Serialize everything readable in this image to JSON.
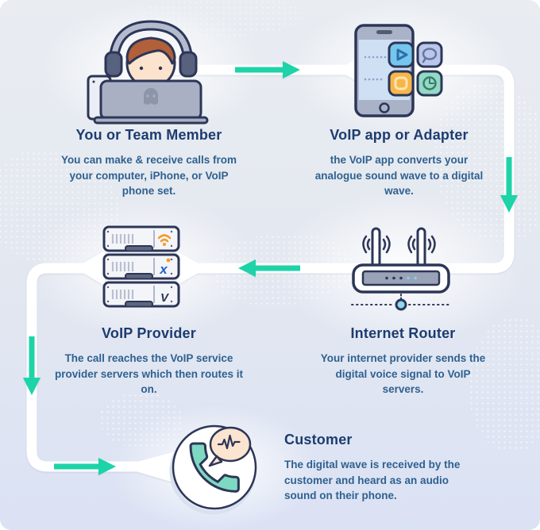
{
  "diagram": {
    "steps": [
      {
        "id": "team-member",
        "title": "You or Team Member",
        "description": "You can make & receive calls from your computer, iPhone, or VoIP phone set.",
        "icon": "person-headset-laptop-icon"
      },
      {
        "id": "voip-app",
        "title": "VoIP app or Adapter",
        "description": "the VoIP app converts your analogue sound wave to a digital wave.",
        "icon": "smartphone-apps-icon"
      },
      {
        "id": "internet-router",
        "title": "Internet Router",
        "description": "Your internet provider sends the digital voice signal to VoIP servers.",
        "icon": "wifi-router-icon"
      },
      {
        "id": "voip-provider",
        "title": "VoIP Provider",
        "description": "The call reaches the VoIP service provider servers which then routes it on.",
        "icon": "server-stack-icon"
      },
      {
        "id": "customer",
        "title": "Customer",
        "description": "The digital wave is received by the customer and heard as an audio sound on their phone.",
        "icon": "phone-handset-speech-icon"
      }
    ],
    "arrows": [
      {
        "from": "team-member",
        "to": "voip-app",
        "direction": "right"
      },
      {
        "from": "voip-app",
        "to": "internet-router",
        "direction": "down"
      },
      {
        "from": "internet-router",
        "to": "voip-provider",
        "direction": "left"
      },
      {
        "from": "voip-provider",
        "to": "customer",
        "direction": "down"
      },
      {
        "from": "voip-provider",
        "to": "customer",
        "direction": "right"
      }
    ],
    "colors": {
      "accent": "#1dd3a8",
      "heading": "#1c3c6f",
      "body_text": "#2f6190",
      "outline": "#2c3657",
      "background_top": "#e9edf2",
      "background_bottom": "#dbe2f4",
      "connector": "#ffffff"
    }
  }
}
